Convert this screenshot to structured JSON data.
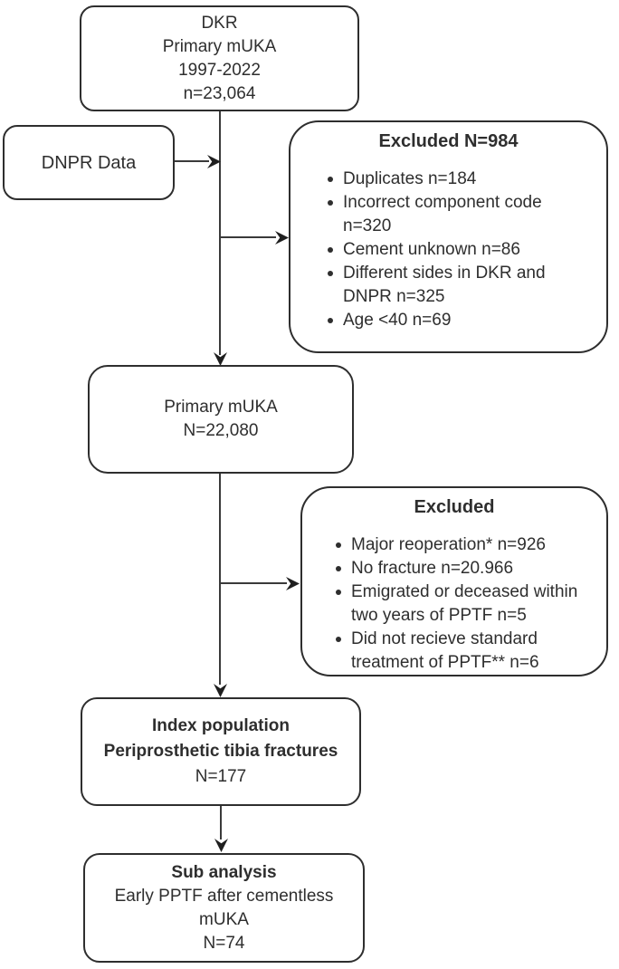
{
  "colors": {
    "border": "#2e2e2e",
    "text": "#2e2e2e",
    "background": "#ffffff"
  },
  "boxes": {
    "dkr": {
      "lines": [
        "DKR",
        "Primary mUKA",
        "1997-2022",
        "n=23,064"
      ]
    },
    "dnpr": {
      "label": "DNPR Data"
    },
    "excluded1": {
      "title": "Excluded N=984",
      "bullets": [
        "Duplicates n=184",
        "Incorrect component code n=320",
        "Cement unknown n=86",
        "Different sides in DKR and DNPR n=325",
        "Age <40 n=69"
      ]
    },
    "primary": {
      "lines": [
        "Primary mUKA",
        "N=22,080"
      ]
    },
    "excluded2": {
      "title": "Excluded",
      "bullets": [
        "Major reoperation* n=926",
        "No fracture n=20.966",
        "Emigrated or deceased within two years of PPTF n=5",
        "Did not recieve standard treatment of PPTF** n=6"
      ]
    },
    "index_population": {
      "bold_lines": [
        "Index population",
        "Periprosthetic tibia fractures"
      ],
      "count": "N=177"
    },
    "sub_analysis": {
      "title": "Sub analysis",
      "lines": [
        "Early PPTF after cementless",
        "mUKA",
        "N=74"
      ]
    }
  }
}
